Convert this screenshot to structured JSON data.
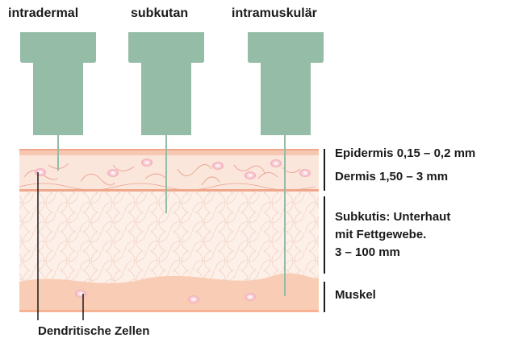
{
  "needles": [
    {
      "name": "intradermal"
    },
    {
      "name": "subkutan"
    },
    {
      "name": "intramuskulär"
    }
  ],
  "layers": {
    "epidermis": "Epidermis 0,15 – 0,2 mm",
    "dermis": "Dermis 1,50 – 3 mm",
    "subkutis_line1": "Subkutis: Unterhaut",
    "subkutis_line2": "mit Fettgewebe.",
    "subkutis_line3": "3 – 100 mm",
    "muskel": "Muskel"
  },
  "callout": "Dendritische Zellen",
  "colors": {
    "needle": "#94bca6",
    "epidermis": "#f6c8b2",
    "dermis": "#fbe6dc",
    "subkutis": "#fdf0e9",
    "muskel": "#f9cdb5",
    "cell": "#f2a9b6"
  }
}
